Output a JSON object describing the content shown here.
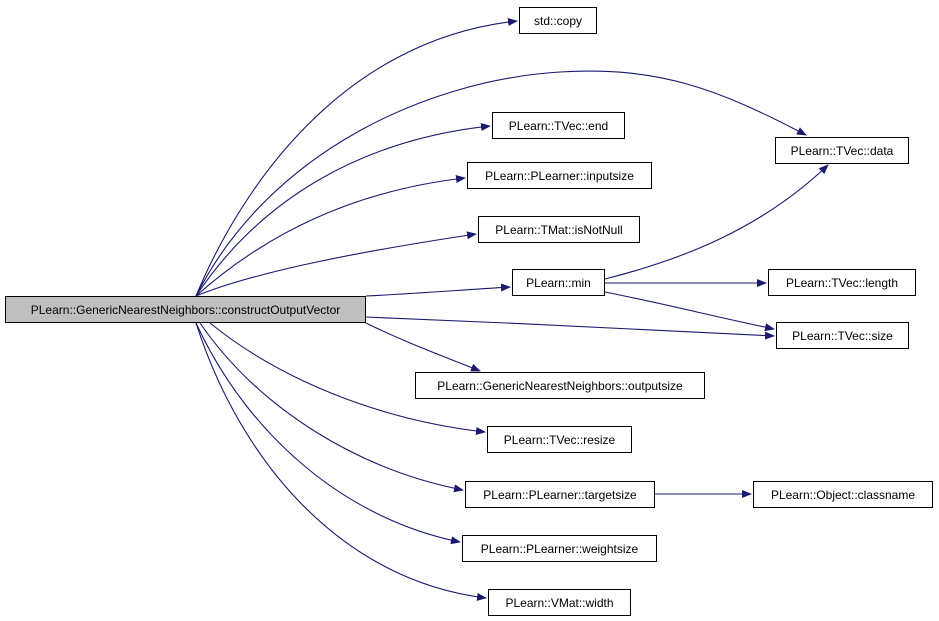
{
  "graph": {
    "root": "PLearn::GenericNearestNeighbors::constructOutputVector",
    "nodes": {
      "copy": "std::copy",
      "end": "PLearn::TVec::end",
      "inputsize": "PLearn::PLearner::inputsize",
      "isnotnull": "PLearn::TMat::isNotNull",
      "min": "PLearn::min",
      "data": "PLearn::TVec::data",
      "length": "PLearn::TVec::length",
      "size": "PLearn::TVec::size",
      "outputsize": "PLearn::GenericNearestNeighbors::outputsize",
      "resize": "PLearn::TVec::resize",
      "targetsize": "PLearn::PLearner::targetsize",
      "classname": "PLearn::Object::classname",
      "weightsize": "PLearn::PLearner::weightsize",
      "width": "PLearn::VMat::width"
    },
    "edges": [
      [
        "root",
        "copy"
      ],
      [
        "root",
        "data"
      ],
      [
        "root",
        "end"
      ],
      [
        "root",
        "inputsize"
      ],
      [
        "root",
        "isnotnull"
      ],
      [
        "root",
        "min"
      ],
      [
        "root",
        "size"
      ],
      [
        "root",
        "outputsize"
      ],
      [
        "root",
        "resize"
      ],
      [
        "root",
        "targetsize"
      ],
      [
        "root",
        "weightsize"
      ],
      [
        "root",
        "width"
      ],
      [
        "min",
        "data"
      ],
      [
        "min",
        "length"
      ],
      [
        "min",
        "size"
      ],
      [
        "targetsize",
        "classname"
      ]
    ],
    "colors": {
      "edge": "#191970",
      "root_fill": "#bfbfbf",
      "node_fill": "#ffffff",
      "border": "#000000"
    }
  }
}
